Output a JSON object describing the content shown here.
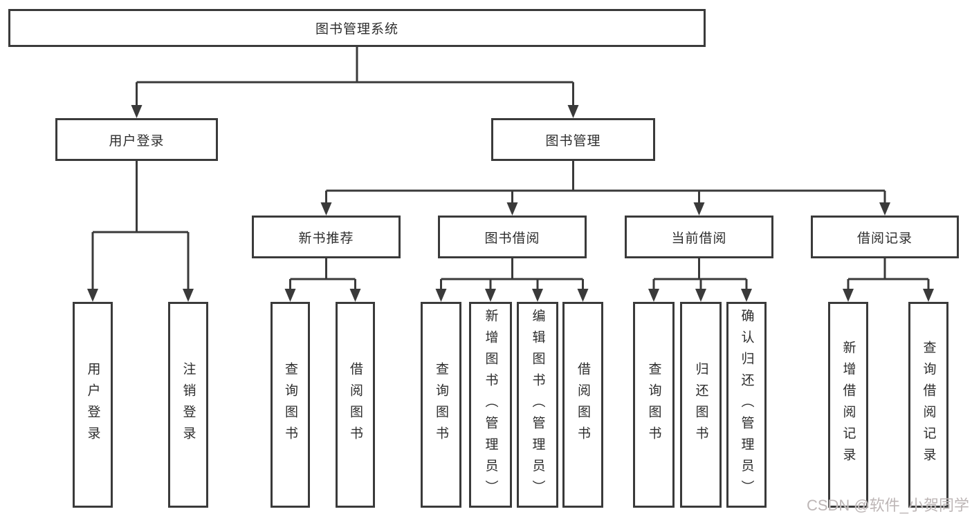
{
  "diagram": {
    "watermark": "CSDN @软件_小贺同学",
    "colors": {
      "line": "#3a3a3a",
      "box_border": "#3a3a3a",
      "text": "#2d2d2d",
      "background": "#ffffff",
      "watermark_text": "#b9b2b2"
    },
    "tree": {
      "label": "图书管理系统",
      "children": [
        {
          "label": "用户登录",
          "children": [
            {
              "label": "用户登录"
            },
            {
              "label": "注销登录"
            }
          ]
        },
        {
          "label": "图书管理",
          "children": [
            {
              "label": "新书推荐",
              "children": [
                {
                  "label": "查询图书"
                },
                {
                  "label": "借阅图书"
                }
              ]
            },
            {
              "label": "图书借阅",
              "children": [
                {
                  "label": "查询图书"
                },
                {
                  "label": "新增图书（管理员）"
                },
                {
                  "label": "编辑图书（管理员）"
                },
                {
                  "label": "借阅图书"
                }
              ]
            },
            {
              "label": "当前借阅",
              "children": [
                {
                  "label": "查询图书"
                },
                {
                  "label": "归还图书"
                },
                {
                  "label": "确认归还（管理员）"
                }
              ]
            },
            {
              "label": "借阅记录",
              "children": [
                {
                  "label": "新增借阅记录"
                },
                {
                  "label": "查询借阅记录"
                }
              ]
            }
          ]
        }
      ]
    }
  }
}
